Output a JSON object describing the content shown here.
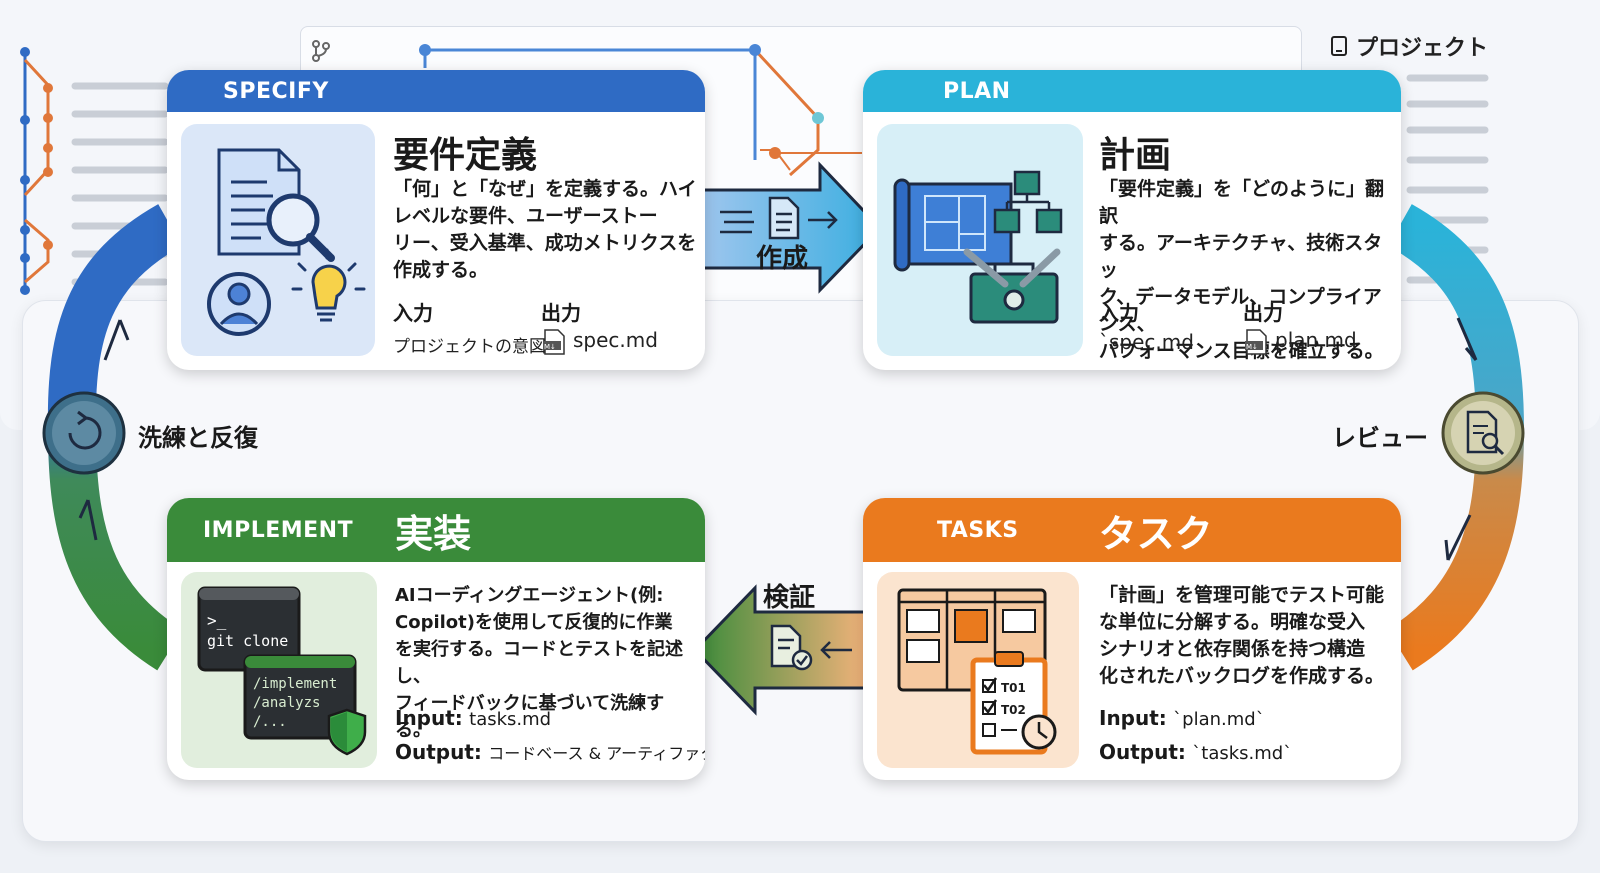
{
  "header": {
    "project_label": "プロジェクト"
  },
  "cycle": {
    "left_label": "洗練と反復",
    "right_label": "レビュー",
    "top_arrow_label": "作成",
    "bottom_arrow_label": "検証"
  },
  "specify": {
    "tag": "SPECIFY",
    "title": "要件定義",
    "desc": [
      "「何」と「なぜ」を定義する。ハイ",
      "レベルな要件、ユーザーストー",
      "リー、受入基準、成功メトリクスを",
      "作成する。"
    ],
    "input_label": "入力",
    "output_label": "出力",
    "input_value": "プロジェクトの意図",
    "output_value": "spec.md",
    "color": "#2f6bc4"
  },
  "plan": {
    "tag": "PLAN",
    "title": "計画",
    "desc": [
      "「要件定義」を「どのように」翻訳",
      "する。アーキテクチャ、技術スタッ",
      "ク、データモデル、コンプライアンス、",
      "パフォーマンス目標を確立する。"
    ],
    "input_label": "入力",
    "output_label": "出力",
    "input_value": "`spec.md",
    "output_value": "plan.md",
    "color": "#2ab3d9"
  },
  "tasks": {
    "tag": "TASKS",
    "title": "タスク",
    "desc": [
      "「計画」を管理可能でテスト可能",
      "な単位に分解する。明確な受入",
      "シナリオと依存関係を持つ構造",
      "化されたバックログを作成する。"
    ],
    "input_label": "Input:",
    "input_value": "`plan.md`",
    "output_label": "Output:",
    "output_value": "`tasks.md`",
    "ticket1": "T01",
    "ticket2": "T02",
    "color": "#ea7a1e"
  },
  "implement": {
    "tag": "IMPLEMENT",
    "title": "実装",
    "desc": [
      "AIコーディングエージェント(例:",
      "Copilot)を使用して反復的に作業",
      "を実行する。コードとテストを記述し、",
      "フィードバックに基づいて洗練する。"
    ],
    "input_label": "Input:",
    "input_value": "tasks.md",
    "output_label": "Output:",
    "output_value": "コードベース & アーティファクト",
    "terminal1": [
      ">_",
      "git clone"
    ],
    "terminal2": [
      "/implement",
      "/analyzs",
      "/..."
    ],
    "color": "#3a8b3a"
  }
}
